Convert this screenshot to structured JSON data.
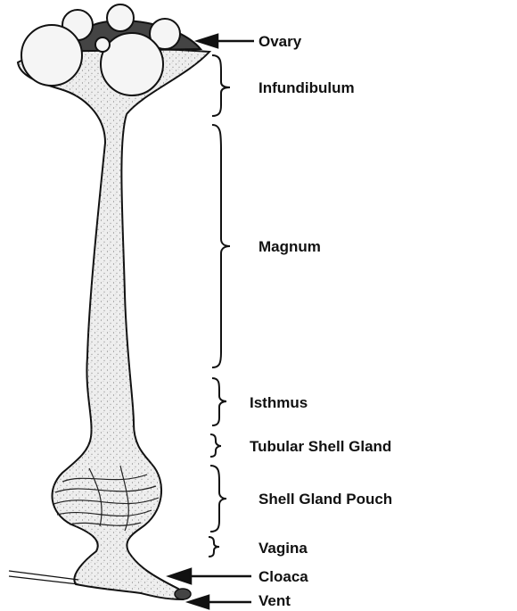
{
  "labels": {
    "ovary": "Ovary",
    "infundibulum": "Infundibulum",
    "magnum": "Magnum",
    "isthmus": "Isthmus",
    "tubular_shell_gland": "Tubular Shell Gland",
    "shell_gland_pouch": "Shell Gland Pouch",
    "vagina": "Vagina",
    "cloaca": "Cloaca",
    "vent": "Vent"
  },
  "colors": {
    "ink": "#111111",
    "tissue": "#eeeeee",
    "stipple": "#555555",
    "background": "#ffffff"
  }
}
